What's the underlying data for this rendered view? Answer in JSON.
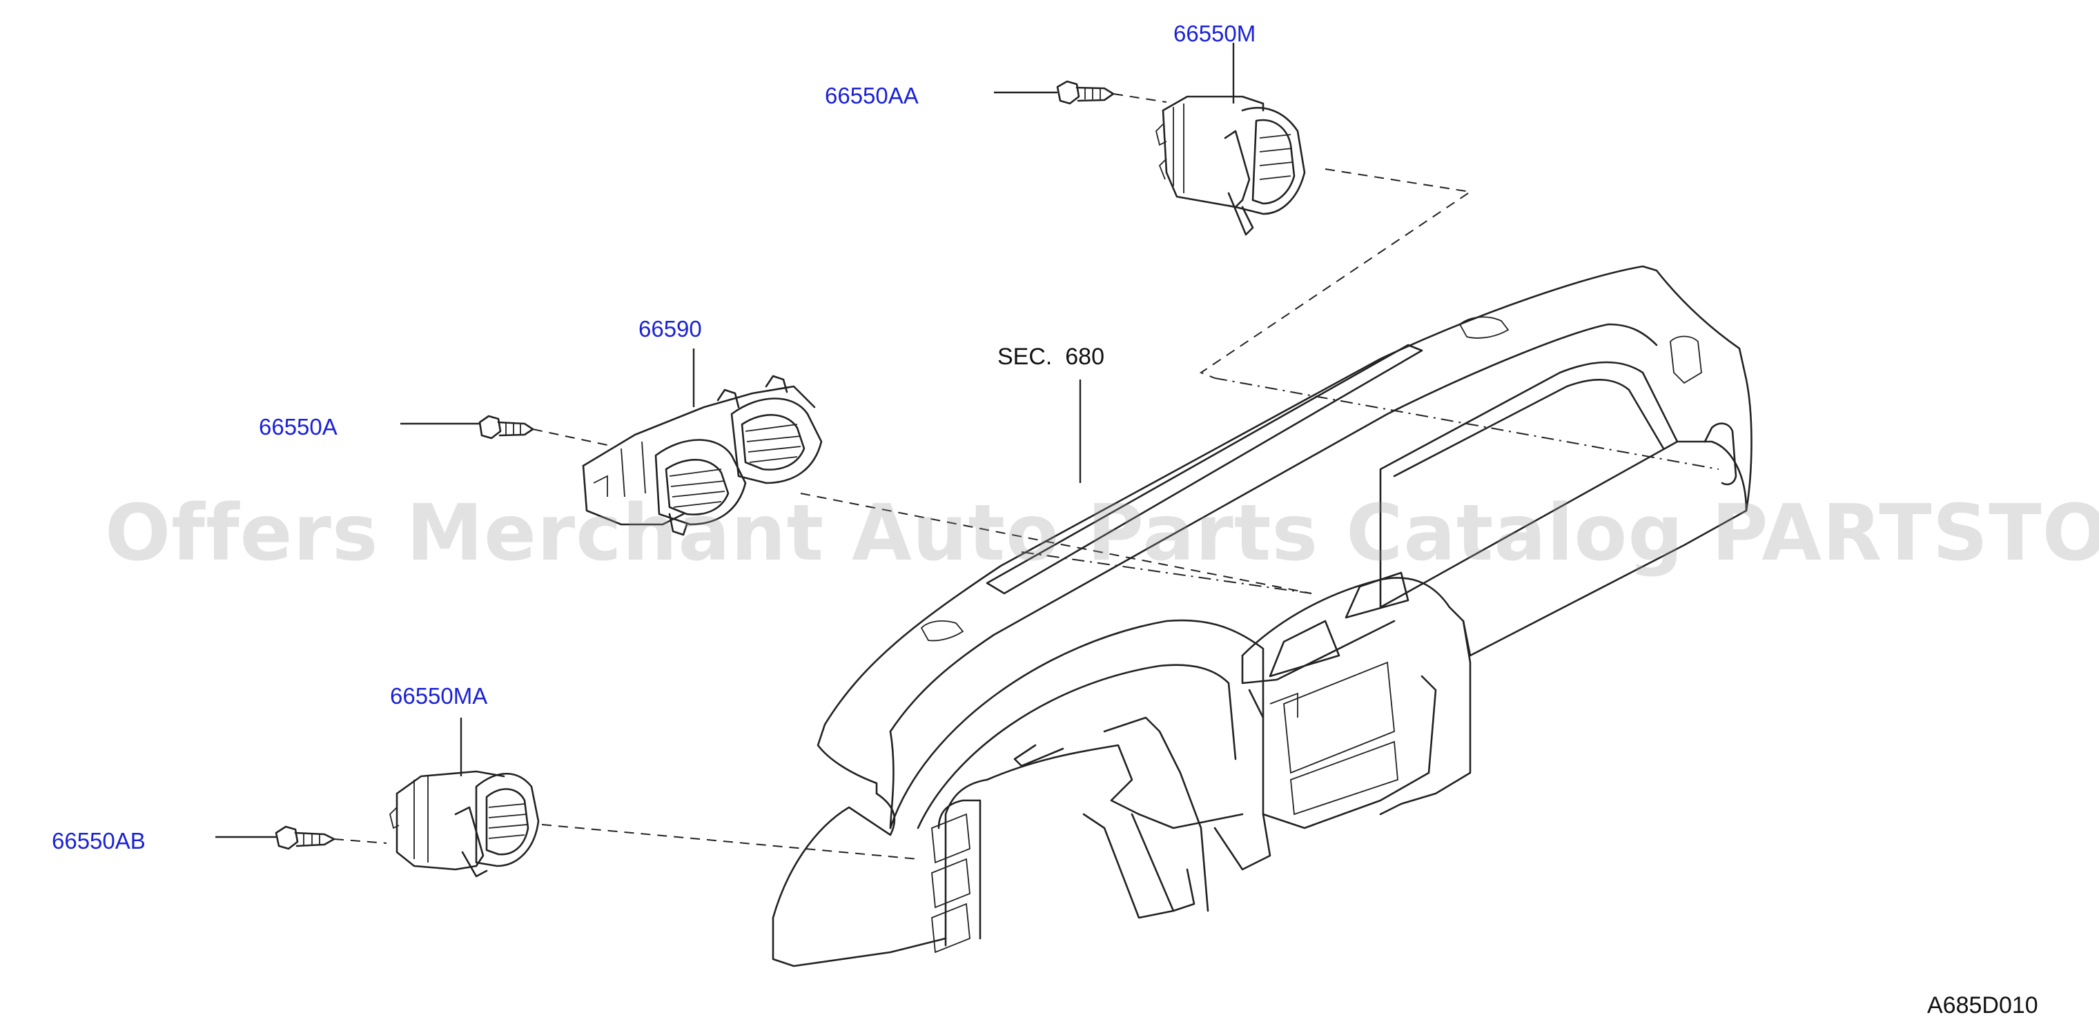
{
  "diagram": {
    "parts": [
      {
        "id": "66550M",
        "label": "66550M"
      },
      {
        "id": "66550AA",
        "label": "66550AA"
      },
      {
        "id": "66590",
        "label": "66590"
      },
      {
        "id": "66550A",
        "label": "66550A"
      },
      {
        "id": "66550MA",
        "label": "66550MA"
      },
      {
        "id": "66550AB",
        "label": "66550AB"
      }
    ],
    "section_ref": "SEC.  680",
    "diagram_code": "A685D010",
    "watermark": "Offers Merchant Auto Parts Catalog PARTSTORE.SA",
    "colors": {
      "callout": "#1a22d6",
      "line": "#222222",
      "watermark": "#969696"
    }
  }
}
